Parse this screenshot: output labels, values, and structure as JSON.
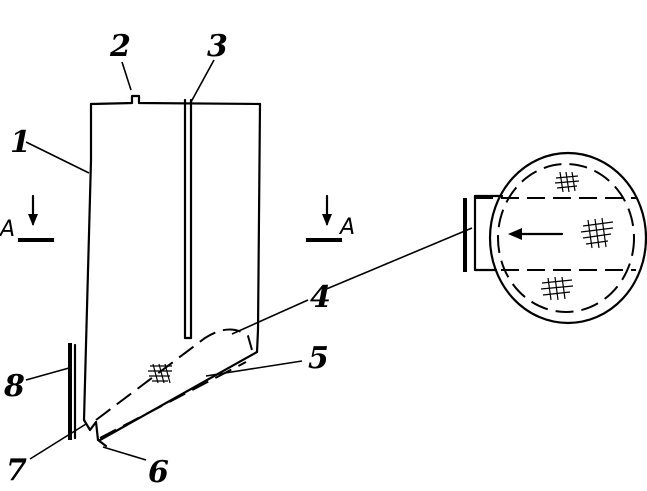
{
  "labels": {
    "body": "1",
    "outlet": "2",
    "rod": "3",
    "screen": "4",
    "hopper": "5",
    "drain": "6",
    "chamber": "7",
    "side_plate": "8"
  },
  "section": {
    "left_letter": "A",
    "right_letter": "A"
  }
}
